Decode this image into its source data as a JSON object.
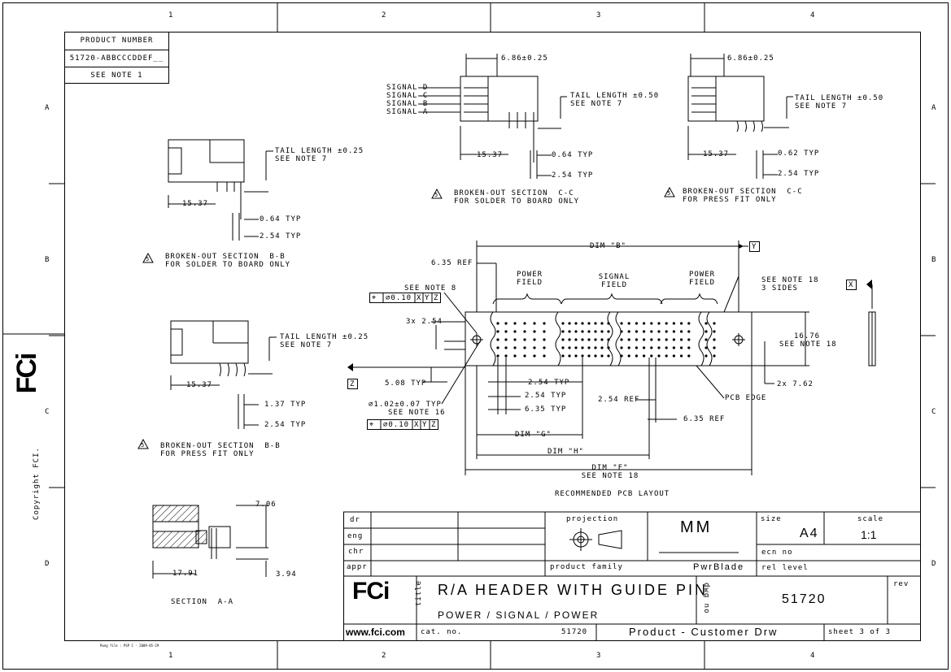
{
  "frame": {
    "zones_top": [
      "1",
      "2",
      "3",
      "4"
    ],
    "zones_bottom": [
      "1",
      "2",
      "3",
      "4"
    ],
    "zones_left": [
      "A",
      "B",
      "C",
      "D"
    ],
    "zones_right": [
      "A",
      "B",
      "C",
      "D"
    ],
    "copyright": "Copyright FCI.",
    "small_note": "Pwng file : PSP C - 2009-05-29"
  },
  "product_box": {
    "header": "PRODUCT NUMBER",
    "number": "51720-ABBCCCDDEF__",
    "note": "SEE NOTE 1"
  },
  "view_b_solder": {
    "tail": "TAIL LENGTH ±0.25",
    "see_note": "SEE NOTE 7",
    "dim1": "15.37",
    "dim2": "0.64 TYP",
    "dim3": "2.54 TYP",
    "flag": "5",
    "caption1": "BROKEN-OUT SECTION  B-B",
    "caption2": "FOR SOLDER TO BOARD ONLY"
  },
  "view_b_press": {
    "tail": "TAIL LENGTH ±0.25",
    "see_note": "SEE NOTE 7",
    "dim1": "15.37",
    "dim2": "1.37 TYP",
    "dim3": "2.54 TYP",
    "flag": "5",
    "caption1": "BROKEN-OUT SECTION  B-B",
    "caption2": "FOR PRESS FIT ONLY"
  },
  "view_c_solder": {
    "top_dim": "6.86±0.25",
    "signals": [
      "SIGNAL D",
      "SIGNAL C",
      "SIGNAL B",
      "SIGNAL A"
    ],
    "tail": "TAIL LENGTH ±0.50",
    "see_note": "SEE NOTE 7",
    "dim1": "15.37",
    "dim2": "0.64 TYP",
    "dim3": "2.54 TYP",
    "flag": "5",
    "caption1": "BROKEN-OUT SECTION  C-C",
    "caption2": "FOR SOLDER TO BOARD ONLY"
  },
  "view_c_press": {
    "top_dim": "6.86±0.25",
    "tail": "TAIL LENGTH ±0.50",
    "see_note": "SEE NOTE 7",
    "dim1": "15.37",
    "dim2": "0.62 TYP",
    "dim3": "2.54 TYP",
    "flag": "5",
    "caption1": "BROKEN-OUT SECTION  C-C",
    "caption2": "FOR PRESS FIT ONLY"
  },
  "section_a": {
    "dim_top": "7.06",
    "dim_bottom": "3.94",
    "dim_width": "17.91",
    "caption": "SECTION  A-A"
  },
  "pcb_layout": {
    "dim_b": "DIM \"B\"",
    "datum_y": "Y",
    "datum_x": "X",
    "datum_z": "Z",
    "ref_635": "6.35 REF",
    "power_field_1": [
      "POWER",
      "FIELD"
    ],
    "signal_field": [
      "SIGNAL",
      "FIELD"
    ],
    "power_field_2": [
      "POWER",
      "FIELD"
    ],
    "see_note_18": [
      "SEE NOTE 18",
      "3 SIDES"
    ],
    "see_note_8": "SEE NOTE 8",
    "fcf1": [
      "⌖",
      "⌀0.10",
      "X",
      "Y",
      "Z"
    ],
    "dim_3x": "3x 2.54",
    "dim_1676": [
      "16.76",
      "SEE NOTE 18"
    ],
    "dim_508": "5.08 TYP",
    "dim_254typ_1": "2.54 TYP",
    "dim_254typ_2": "2.54 TYP",
    "dim_635typ": "6.35 TYP",
    "dim_254ref": "2.54 REF",
    "dim_2x762": "2x 7.62",
    "hole_dia": "⌀1.02±0.07 TYP",
    "see_note_16": "SEE NOTE 16",
    "fcf2": [
      "⌖",
      "⌀0.10",
      "X",
      "Y",
      "Z"
    ],
    "pcb_edge": "PCB EDGE",
    "dim_635ref2": "6.35 REF",
    "dim_g": "DIM \"G\"",
    "dim_h": "DIM \"H\"",
    "dim_f": "DIM \"F\"",
    "see_note_18b": "SEE NOTE 18",
    "caption": "RECOMMENDED PCB LAYOUT"
  },
  "title_block": {
    "dr": "dr",
    "eng": "eng",
    "chr": "chr",
    "appr": "appr",
    "projection": "projection",
    "units": "MM",
    "size_label": "size",
    "size": "A4",
    "scale_label": "scale",
    "scale": "1:1",
    "ecn": "ecn no",
    "product_family_label": "product family",
    "product_family": "PwrBlade",
    "rel_level": "rel level",
    "title_label": "title",
    "title1": "R/A HEADER WITH GUIDE PIN",
    "title2": "POWER / SIGNAL / POWER",
    "dwg_label": "dwg no",
    "dwg_no": "51720",
    "rev_label": "rev",
    "logo": "FCi",
    "website": "www.fci.com",
    "cat_label": "cat. no.",
    "cat_no": "51720",
    "doc_type": "Product - Customer Drw",
    "sheet": "sheet 3 of 3"
  }
}
